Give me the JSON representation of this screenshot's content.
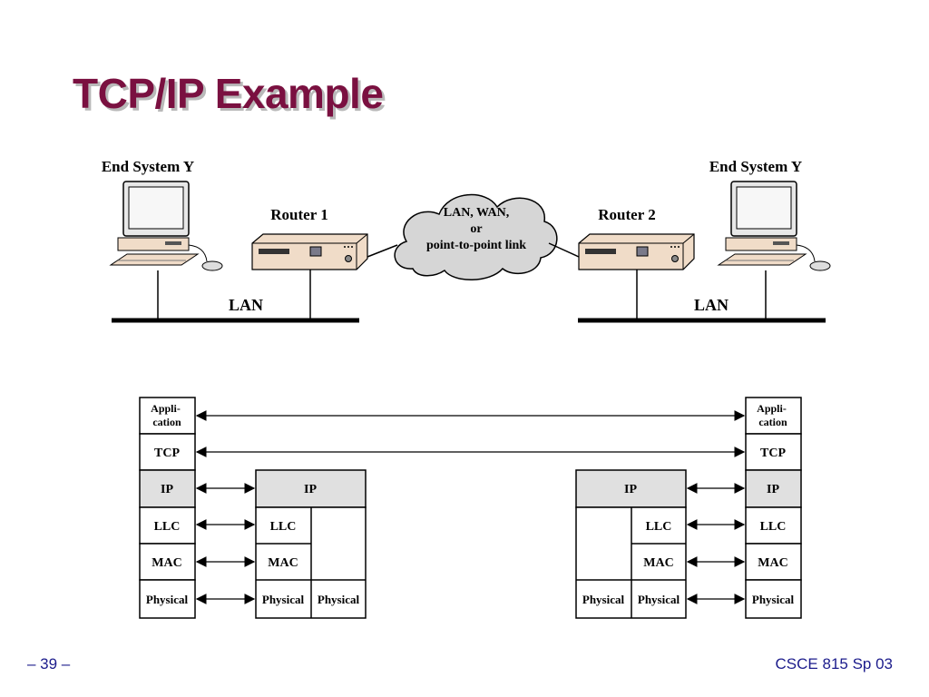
{
  "slide": {
    "title": "TCP/IP Example",
    "page_number": "– 39 –",
    "course": "CSCE 815 Sp 03"
  },
  "network": {
    "end_system_left": "End System Y",
    "end_system_right": "End System Y",
    "router1": "Router 1",
    "router2": "Router 2",
    "cloud_lines": [
      "LAN, WAN,",
      "or",
      "point-to-point link"
    ],
    "lan_left": "LAN",
    "lan_right": "LAN"
  },
  "stacks": {
    "end_left": [
      "Appli-\ncation",
      "TCP",
      "IP",
      "LLC",
      "MAC",
      "Physical"
    ],
    "router1": {
      "ip": "IP",
      "llc": "LLC",
      "mac": "MAC",
      "physical_left": "Physical",
      "physical_right": "Physical"
    },
    "router2": {
      "ip": "IP",
      "llc": "LLC",
      "mac": "MAC",
      "physical_left": "Physical",
      "physical_right": "Physical"
    },
    "end_right": [
      "Appli-\ncation",
      "TCP",
      "IP",
      "LLC",
      "MAC",
      "Physical"
    ]
  },
  "colors": {
    "title": "#7a1040",
    "ip_fill": "#e0e0e0",
    "device_body": "#f0dcc8",
    "cloud_fill": "#d6d6d6",
    "footer": "#1c1c8c"
  }
}
